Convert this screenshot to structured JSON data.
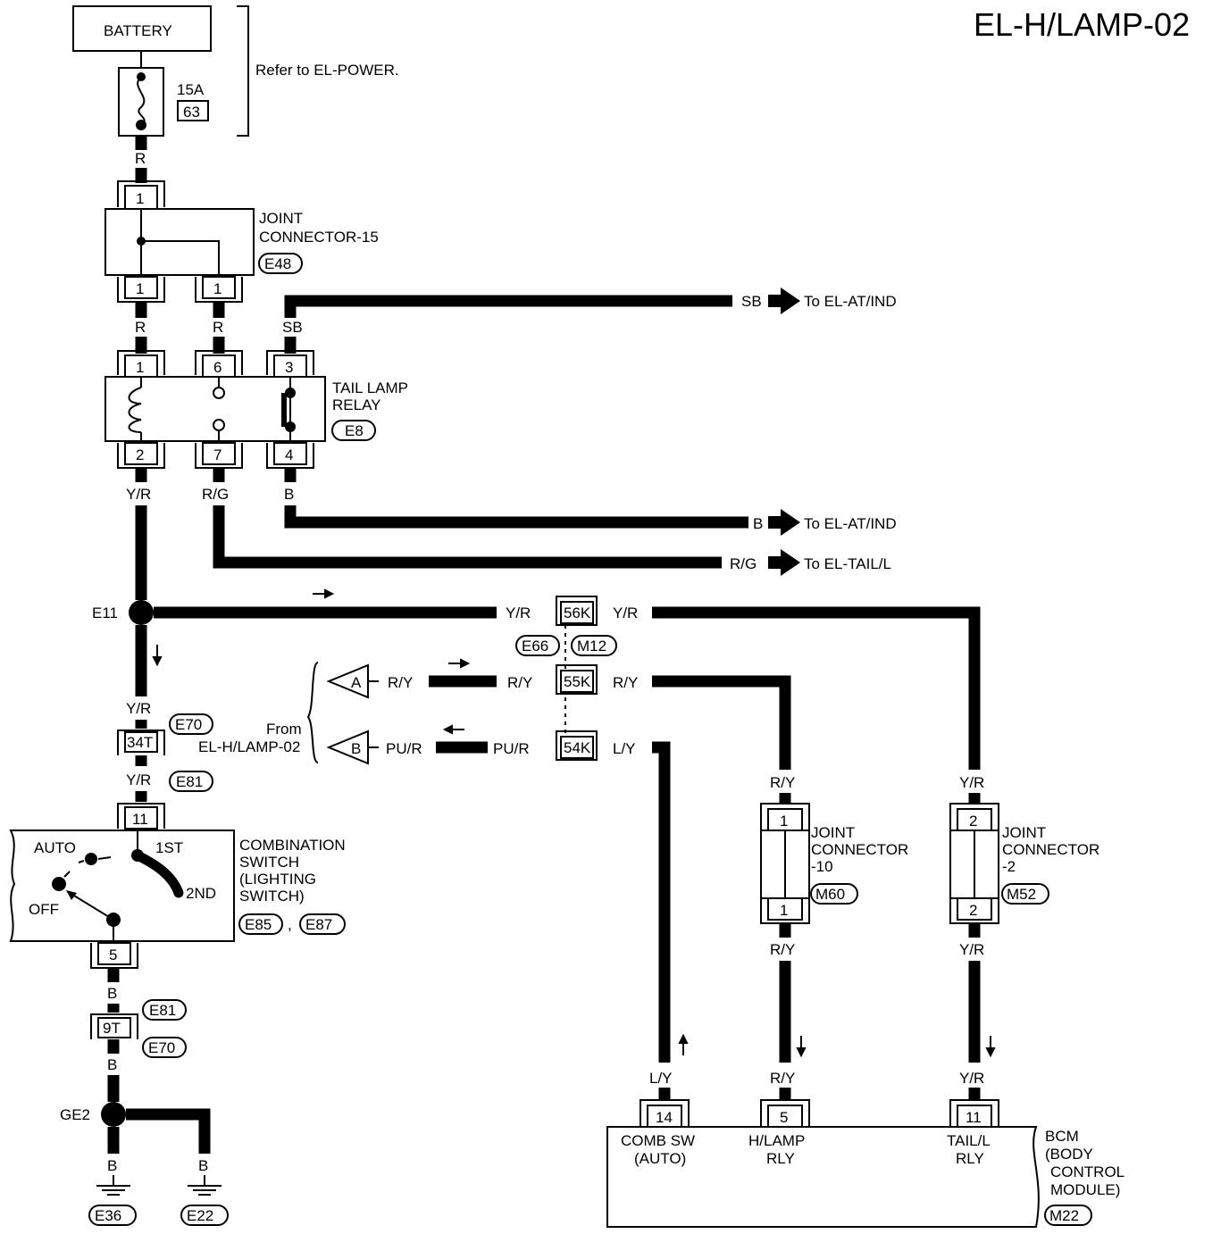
{
  "title": "EL-H/LAMP-02",
  "battery": {
    "label": "BATTERY",
    "fuse_rating": "15A",
    "fuse_no": "63",
    "refer": "Refer to EL-POWER."
  },
  "jc15": {
    "name": "JOINT\nCONNECTOR-15",
    "code": "E48",
    "pins": [
      "1",
      "1",
      "1"
    ]
  },
  "relay": {
    "name": "TAIL LAMP\nRELAY",
    "code": "E8",
    "pins": [
      "1",
      "6",
      "3",
      "2",
      "7",
      "4"
    ]
  },
  "wires": {
    "r": "R",
    "sb": "SB",
    "b": "B",
    "yr": "Y/R",
    "rg": "R/G",
    "ry": "R/Y",
    "pur": "PU/R",
    "ly": "L/Y"
  },
  "destinations": {
    "at_ind": "To EL-AT/IND",
    "tail_l": "To EL-TAIL/L"
  },
  "splices": {
    "e11": "E11",
    "ge2": "GE2"
  },
  "inline": {
    "c56": "56K",
    "c55": "55K",
    "c54": "54K",
    "e66": "E66",
    "m12": "M12",
    "c34": "34T",
    "c9": "9T",
    "e70": "E70",
    "e81": "E81"
  },
  "from": {
    "label": "From\nEL-H/LAMP-02",
    "a": "A",
    "b": "B"
  },
  "comb": {
    "name": "COMBINATION\nSWITCH\n(LIGHTING\n SWITCH)",
    "codes": [
      "E85",
      "E87"
    ],
    "sep": ",",
    "auto": "AUTO",
    "first": "1ST",
    "second": "2ND",
    "off": "OFF",
    "pins": [
      "11",
      "5"
    ]
  },
  "jc10": {
    "name": "JOINT\nCONNECTOR\n-10",
    "code": "M60",
    "pins": [
      "1",
      "1"
    ]
  },
  "jc2": {
    "name": "JOINT\nCONNECTOR\n-2",
    "code": "M52",
    "pins": [
      "2",
      "2"
    ]
  },
  "bcm": {
    "name": "BCM\n(BODY\n CONTROL\n MODULE)",
    "code": "M22",
    "pins": [
      "14",
      "5",
      "11"
    ],
    "labels": [
      "COMB SW\n(AUTO)",
      "H/LAMP\nRLY",
      "TAIL/L\nRLY"
    ]
  },
  "grounds": [
    "E36",
    "E22"
  ]
}
